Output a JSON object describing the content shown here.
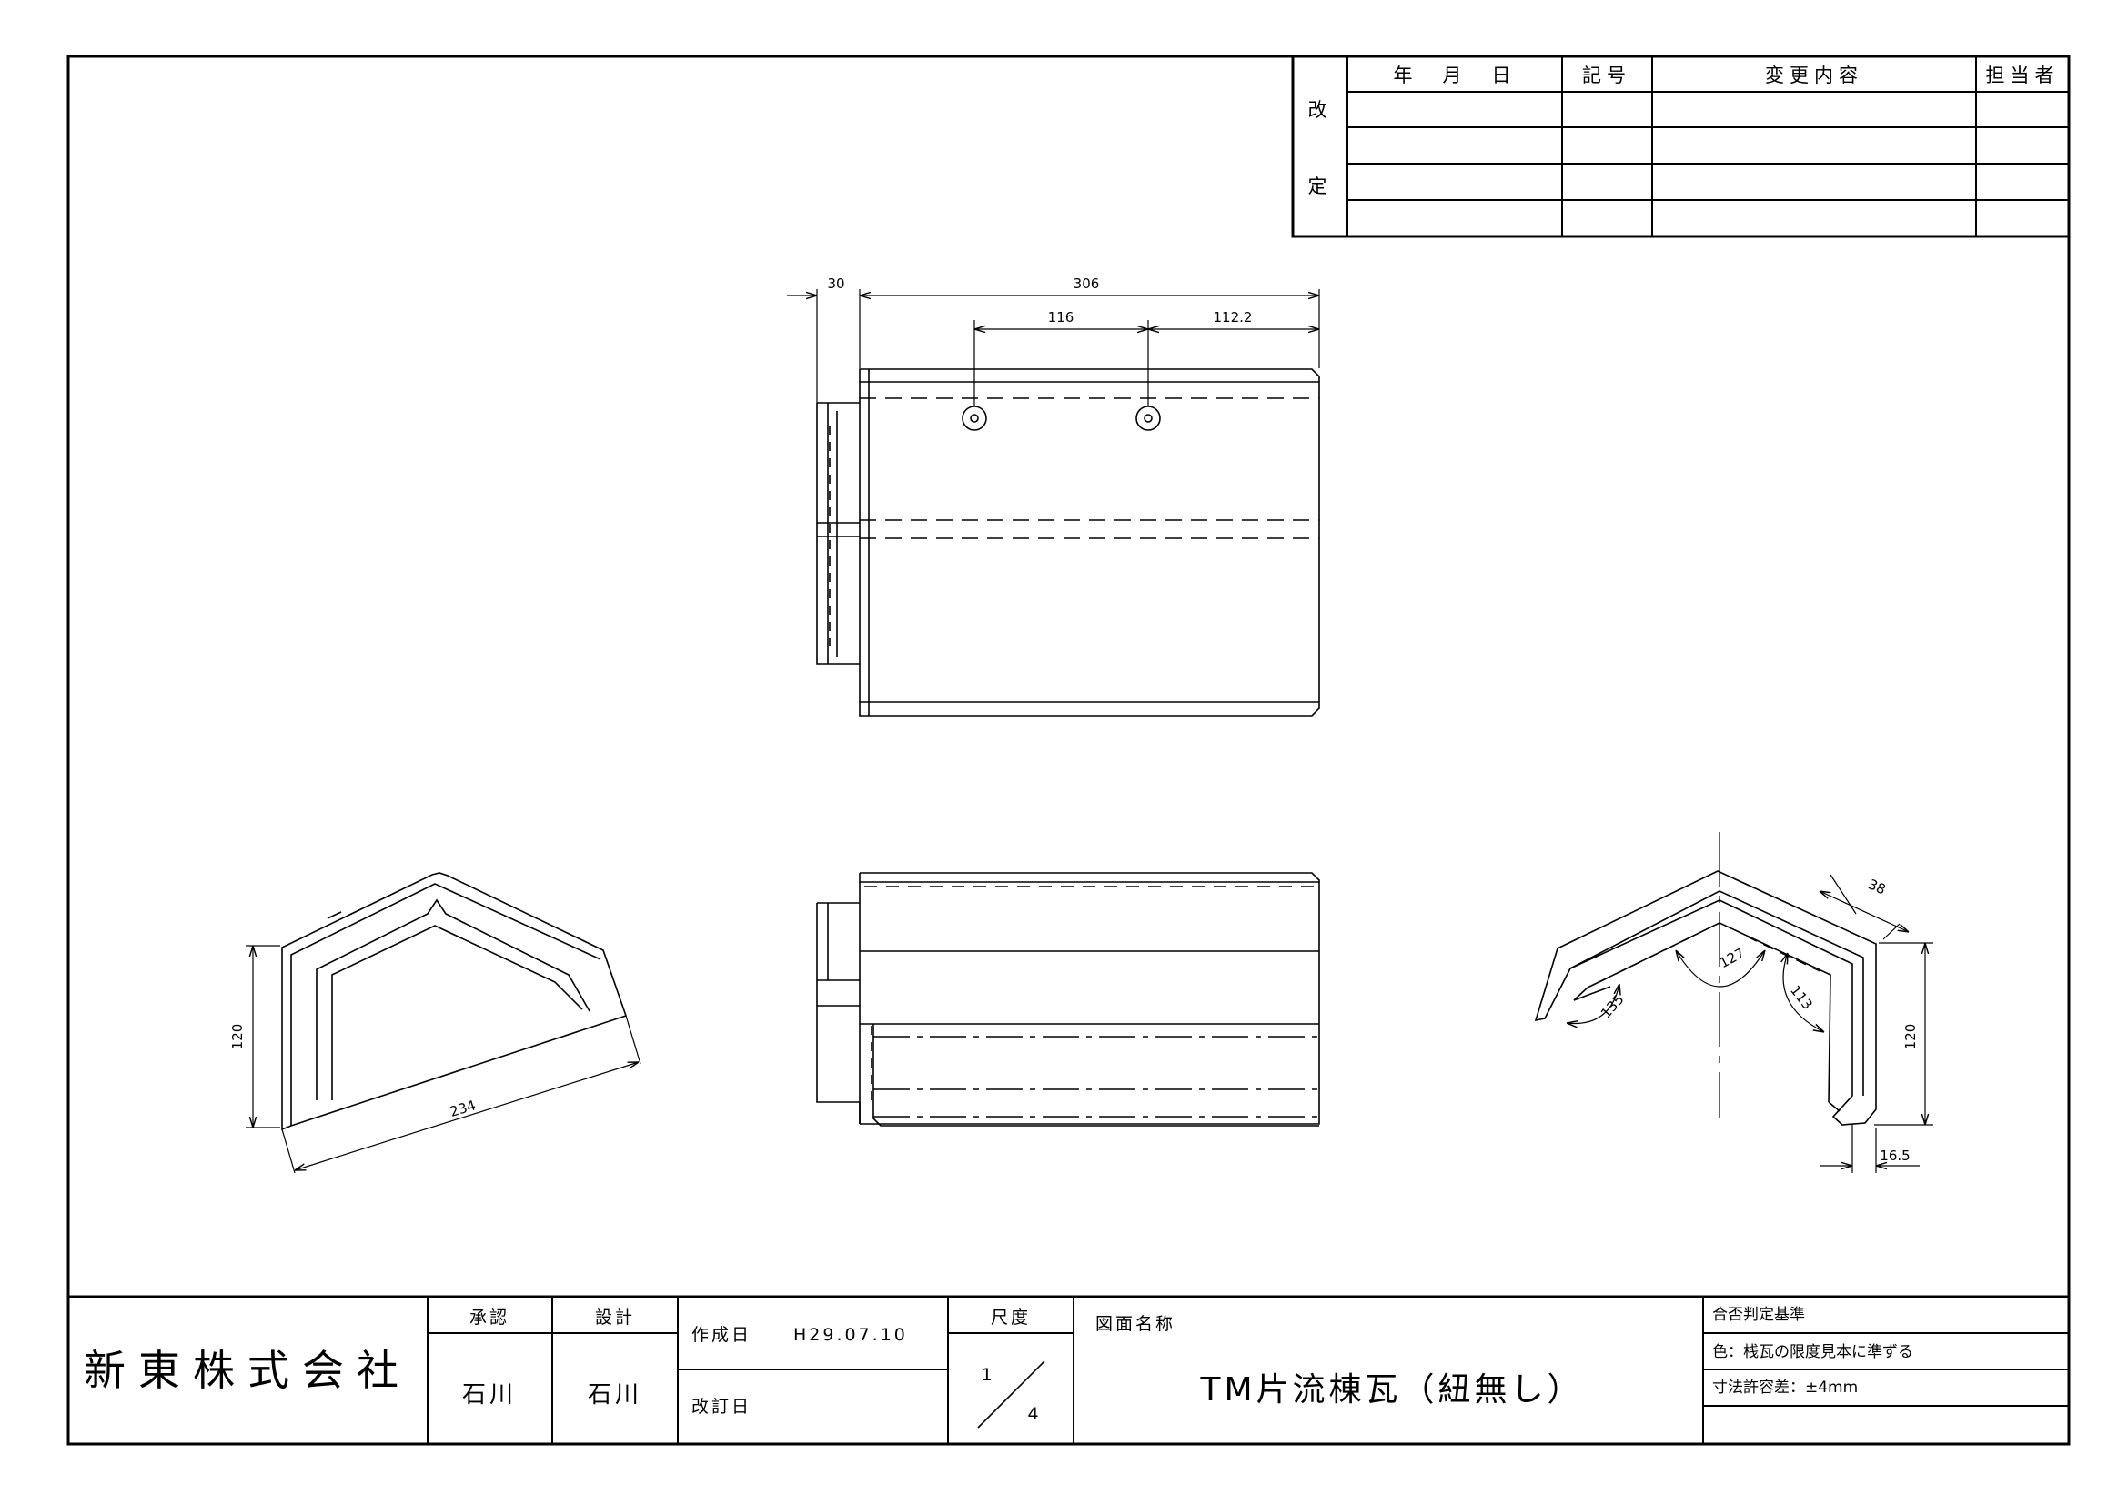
{
  "revision_table": {
    "side_label_1": "改",
    "side_label_2": "定",
    "col_date": "年　月　日",
    "col_mark": "記号",
    "col_content": "変更内容",
    "col_person": "担当者"
  },
  "dimensions": {
    "top_30": "30",
    "top_306": "306",
    "top_116": "116",
    "top_112_2": "112.2",
    "left_height": "120",
    "left_width": "234",
    "right_38": "38",
    "right_height": "120",
    "right_16_5": "16.5",
    "angle_127": "127",
    "angle_135": "135",
    "angle_113": "113"
  },
  "title_block": {
    "company": "新東株式会社",
    "approve_label": "承認",
    "design_label": "設計",
    "approve_name": "石川",
    "design_name": "石川",
    "created_label": "作成日",
    "created_date": "H29.07.10",
    "revised_label": "改訂日",
    "scale_label": "尺度",
    "scale_num": "1",
    "scale_den": "4",
    "drawing_name_label": "図面名称",
    "drawing_title": "TM片流棟瓦（紐無し）",
    "criteria_label": "合否判定基準",
    "criteria_color": "色：桟瓦の限度見本に準ずる",
    "criteria_tolerance": "寸法許容差：±4mm"
  }
}
